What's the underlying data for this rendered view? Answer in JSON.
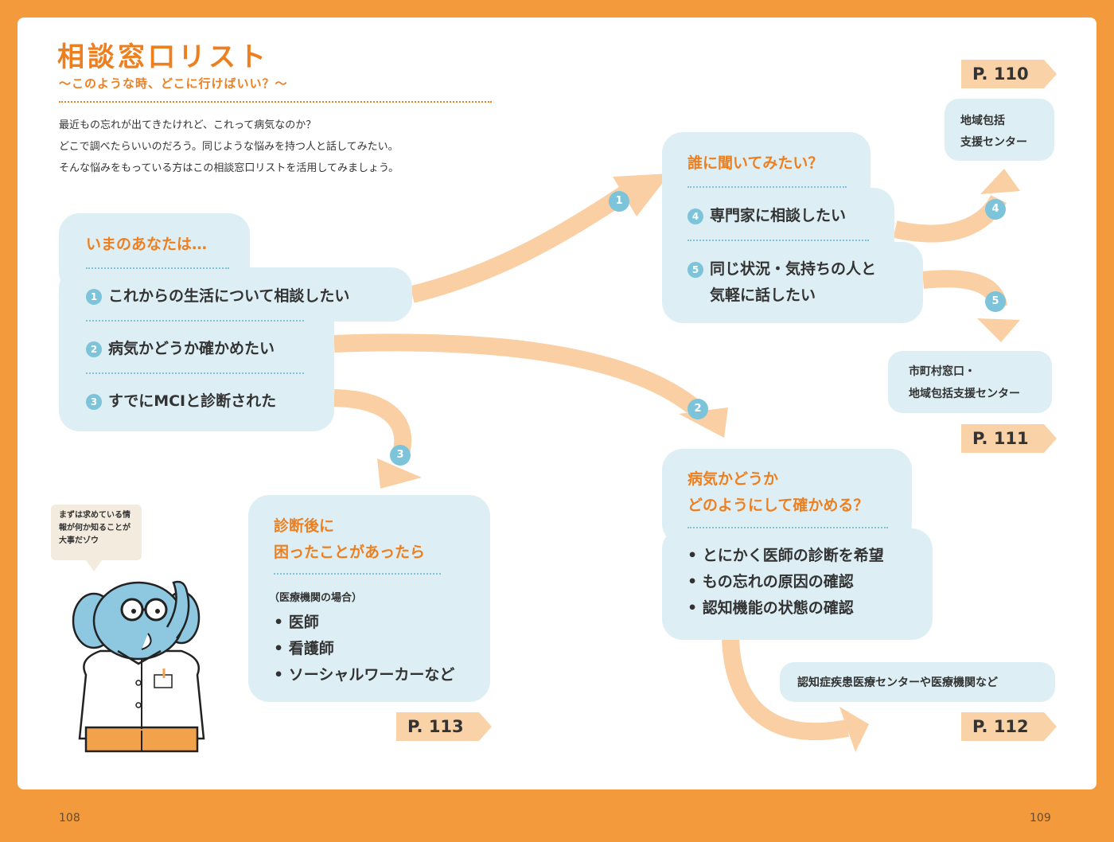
{
  "header": {
    "title": "相談窓口リスト",
    "subtitle": "〜このような時、どこに行けばいい？〜",
    "intro": [
      "最近もの忘れが出てきたけれど、これって病気なのか？",
      "どこで調べたらいいのだろう。同じような悩みを持つ人と話してみたい。",
      "そんな悩みをもっている方はこの相談窓口リストを活用してみましょう。"
    ]
  },
  "start_box": {
    "heading": "いまのあなたは…",
    "items": [
      {
        "num": "1",
        "label": "これからの生活について相談したい"
      },
      {
        "num": "2",
        "label": "病気かどうか確かめたい"
      },
      {
        "num": "3",
        "label": "すでにMCIと診断された"
      }
    ]
  },
  "ask_box": {
    "heading": "誰に聞いてみたい？",
    "items": [
      {
        "num": "4",
        "label": "専門家に相談したい"
      },
      {
        "num": "5",
        "label_line1": "同じ状況・気持ちの人と",
        "label_line2": "気軽に話したい"
      }
    ]
  },
  "check_box": {
    "heading_line1": "病気かどうか",
    "heading_line2": "どのようにして確かめる？",
    "items": [
      "とにかく医師の診断を希望",
      "もの忘れの原因の確認",
      "認知機能の状態の確認"
    ]
  },
  "after_box": {
    "heading_line1": "診断後に",
    "heading_line2": "困ったことがあったら",
    "note": "（医療機関の場合）",
    "items": [
      "医師",
      "看護師",
      "ソーシャルワーカーなど"
    ]
  },
  "destinations": {
    "d4": {
      "line1": "地域包括",
      "line2": "支援センター"
    },
    "d5": {
      "line1": "市町村窓口・",
      "line2": "地域包括支援センター"
    },
    "d2": {
      "line1": "認知症疾患医療センターや医療機関など"
    }
  },
  "page_refs": {
    "p110": "P. 110",
    "p111": "P. 111",
    "p112": "P. 112",
    "p113": "P. 113"
  },
  "arrow_labels": {
    "a1": "1",
    "a2": "2",
    "a3": "3",
    "a4": "4",
    "a5": "5"
  },
  "mascot": {
    "bubble": "まずは求めている情報が何か知ることが大事だゾウ"
  },
  "footer": {
    "left_page": "108",
    "right_page": "109"
  },
  "colors": {
    "orange": "#F29A3C",
    "accent": "#EE7F1F",
    "box": "#DDEFF5",
    "arrow": "#F9CFA3",
    "tag": "#FAD2A8",
    "badge": "#7DC4DA"
  }
}
